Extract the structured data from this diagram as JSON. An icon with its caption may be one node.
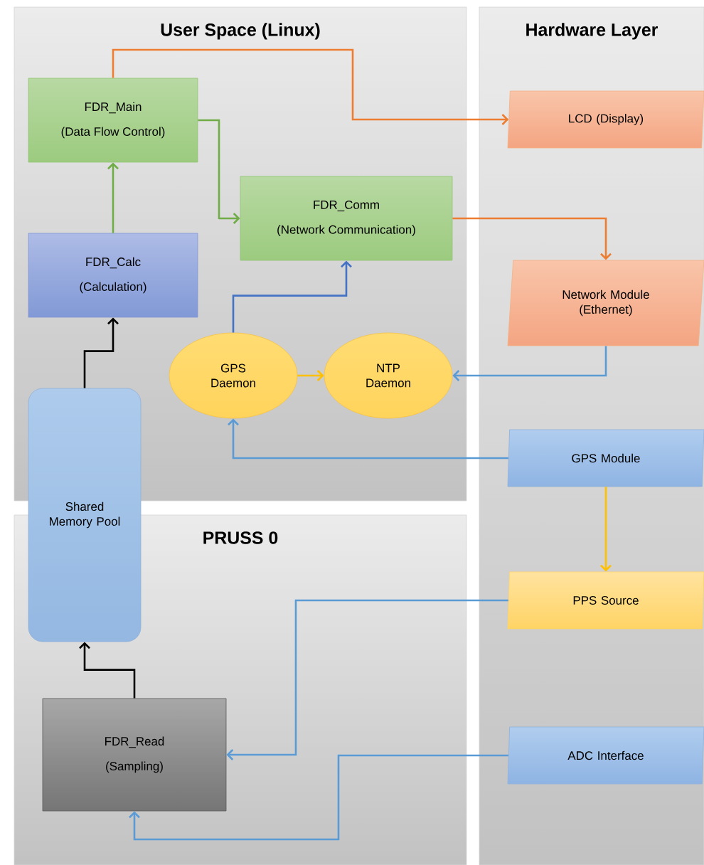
{
  "diagram": {
    "nodes": [
      {
        "text": [
          "User Space (Linux)"
        ]
      },
      {
        "text": [
          "Hardware Layer"
        ]
      },
      {
        "text": [
          "PRUSS 0"
        ]
      },
      {
        "text": [
          "FDR_Main",
          "(Data Flow Control)"
        ],
        "in": 0
      },
      {
        "text": [
          "FDR_Comm",
          "(Network Communication)"
        ],
        "in": 0
      },
      {
        "text": [
          "FDR_Calc",
          "(Calculation)"
        ],
        "in": 0
      },
      {
        "text": [
          "GPS Daemon"
        ],
        "in": 0
      },
      {
        "text": [
          "NTP Daemon"
        ],
        "in": 0
      },
      {
        "text": [
          "Shared Memory Pool"
        ]
      },
      {
        "text": [
          "FDR_Read",
          "(Sampling)"
        ],
        "in": 2
      },
      {
        "text": [
          "LCD (Display)"
        ],
        "in": 1
      },
      {
        "text": [
          "Network Module (Ethernet)"
        ],
        "in": 1
      },
      {
        "text": [
          "GPS Module"
        ],
        "in": 1
      },
      {
        "text": [
          "PPS Source"
        ],
        "in": 1
      },
      {
        "text": [
          "ADC Interface"
        ],
        "in": 1
      }
    ],
    "edges": [
      {
        "from": 3,
        "to": 10,
        "arrow": "to",
        "color": "#ed7d31"
      },
      {
        "from": 3,
        "to": 4,
        "arrow": "to",
        "color": "#70ad47"
      },
      {
        "from": 5,
        "to": 3,
        "arrow": "to",
        "color": "#70ad47"
      },
      {
        "from": 8,
        "to": 5,
        "arrow": "to",
        "color": "#000000"
      },
      {
        "from": 4,
        "to": 11,
        "arrow": "to",
        "color": "#ed7d31"
      },
      {
        "from": 6,
        "to": 4,
        "arrow": "to",
        "color": "#4472c4"
      },
      {
        "from": 6,
        "to": 7,
        "arrow": "to",
        "color": "#ffc000"
      },
      {
        "from": 11,
        "to": 7,
        "arrow": "to"
      },
      {
        "from": 12,
        "to": 6,
        "arrow": "to"
      },
      {
        "from": 12,
        "to": 13,
        "arrow": "to",
        "color": "#ffc000"
      },
      {
        "from": 13,
        "to": 9,
        "arrow": "to"
      },
      {
        "from": 14,
        "to": 9,
        "arrow": "to"
      },
      {
        "from": 9,
        "to": 8,
        "arrow": "to",
        "color": "#000000"
      }
    ]
  }
}
